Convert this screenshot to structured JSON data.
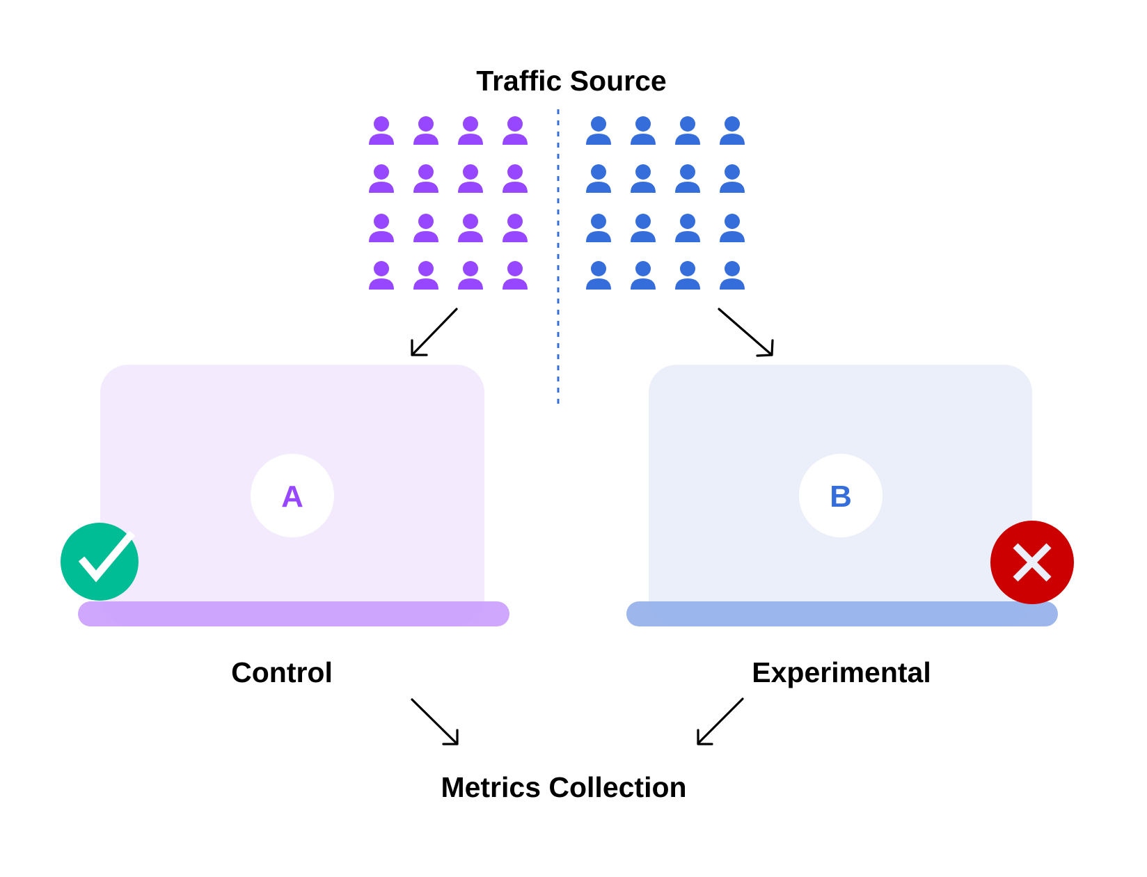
{
  "title": "Traffic Source",
  "divider_color": "#356DDB",
  "groups": {
    "control": {
      "label": "Control",
      "variant": "A",
      "person_count": 16,
      "person_color": "#9747FF",
      "screen_color": "#F3EAFD",
      "base_color": "#C799FD",
      "letter_color": "#9747FF",
      "result": "success",
      "result_icon": "check-icon",
      "result_color": "#00BD95"
    },
    "experimental": {
      "label": "Experimental",
      "variant": "B",
      "person_count": 16,
      "person_color": "#356DDB",
      "screen_color": "#EBEFFA",
      "base_color": "#92AFEA",
      "letter_color": "#356DDB",
      "result": "failure",
      "result_icon": "x-icon",
      "result_color": "#CC0000"
    }
  },
  "footer": "Metrics Collection"
}
